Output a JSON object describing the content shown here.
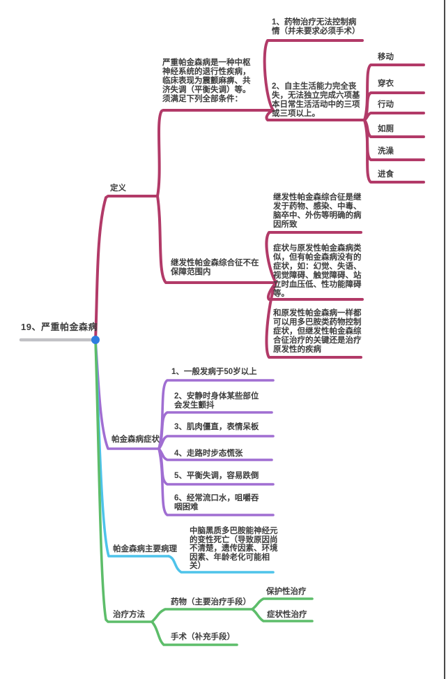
{
  "colors": {
    "definition_branch": "#b23a68",
    "symptoms_branch": "#a06ed2",
    "pathology_branch": "#4ec3ea",
    "treatment_branch": "#5dbd6a",
    "root_dot": "#2e7ce0",
    "root_underline": "#c1c1c5",
    "text": "#3c3c3c",
    "page_border": "#1a1a1a"
  },
  "root": {
    "label": "19、严重帕金森病"
  },
  "definition": {
    "label": "定义",
    "overview": "严重帕金森病是一种中枢神经系统的退行性疾病，临床表现为震颤麻痹、共济失调（平衡失调）等。须满足下列全部条件：",
    "condition1": "1、药物治疗无法控制病情（并未要求必须手术）",
    "condition2": "2、自主生活能力完全丧失，无法独立完成六项基本日常生活活动中的三项或三项以上。",
    "adl_items": [
      "移动",
      "穿衣",
      "行动",
      "如厕",
      "洗澡",
      "进食"
    ],
    "exclusion": "继发性帕金森综合征不在保障范围内",
    "exclusion_notes": [
      "继发性帕金森综合征是继发于药物、感染、中毒、脑卒中、外伤等明确的病因所致",
      "症状与原发性帕金森病类似，但有帕金森病没有的症状，如：幻觉、失语、视觉障碍、触觉障碍、站立时血压低、性功能障碍等。",
      "和原发性帕金森病一样都可以用多巴胺类药物控制症状，但继发性帕金森综合征治疗的关键还是治疗原发性的疾病"
    ]
  },
  "symptoms": {
    "label": "帕金森病症状",
    "items": [
      "1、一般发病于50岁以上",
      "2、安静时身体某些部位会发生颤抖",
      "3、肌肉僵直，表情呆板",
      "4、走路时步态慌张",
      "5、平衡失调，容易跌倒",
      "6、经常流口水，咀嚼吞咽困难"
    ]
  },
  "pathology": {
    "label": "帕金森病主要病理",
    "detail": "中脑黑质多巴胺能神经元的变性死亡（导致原因尚不清楚，遗传因素、环境因素、年龄老化可能相关）"
  },
  "treatment": {
    "label": "治疗方法",
    "drug": "药物（主要治疗手段）",
    "drug_children": [
      "保护性治疗",
      "症状性治疗"
    ],
    "surgery": "手术（补充手段）"
  }
}
